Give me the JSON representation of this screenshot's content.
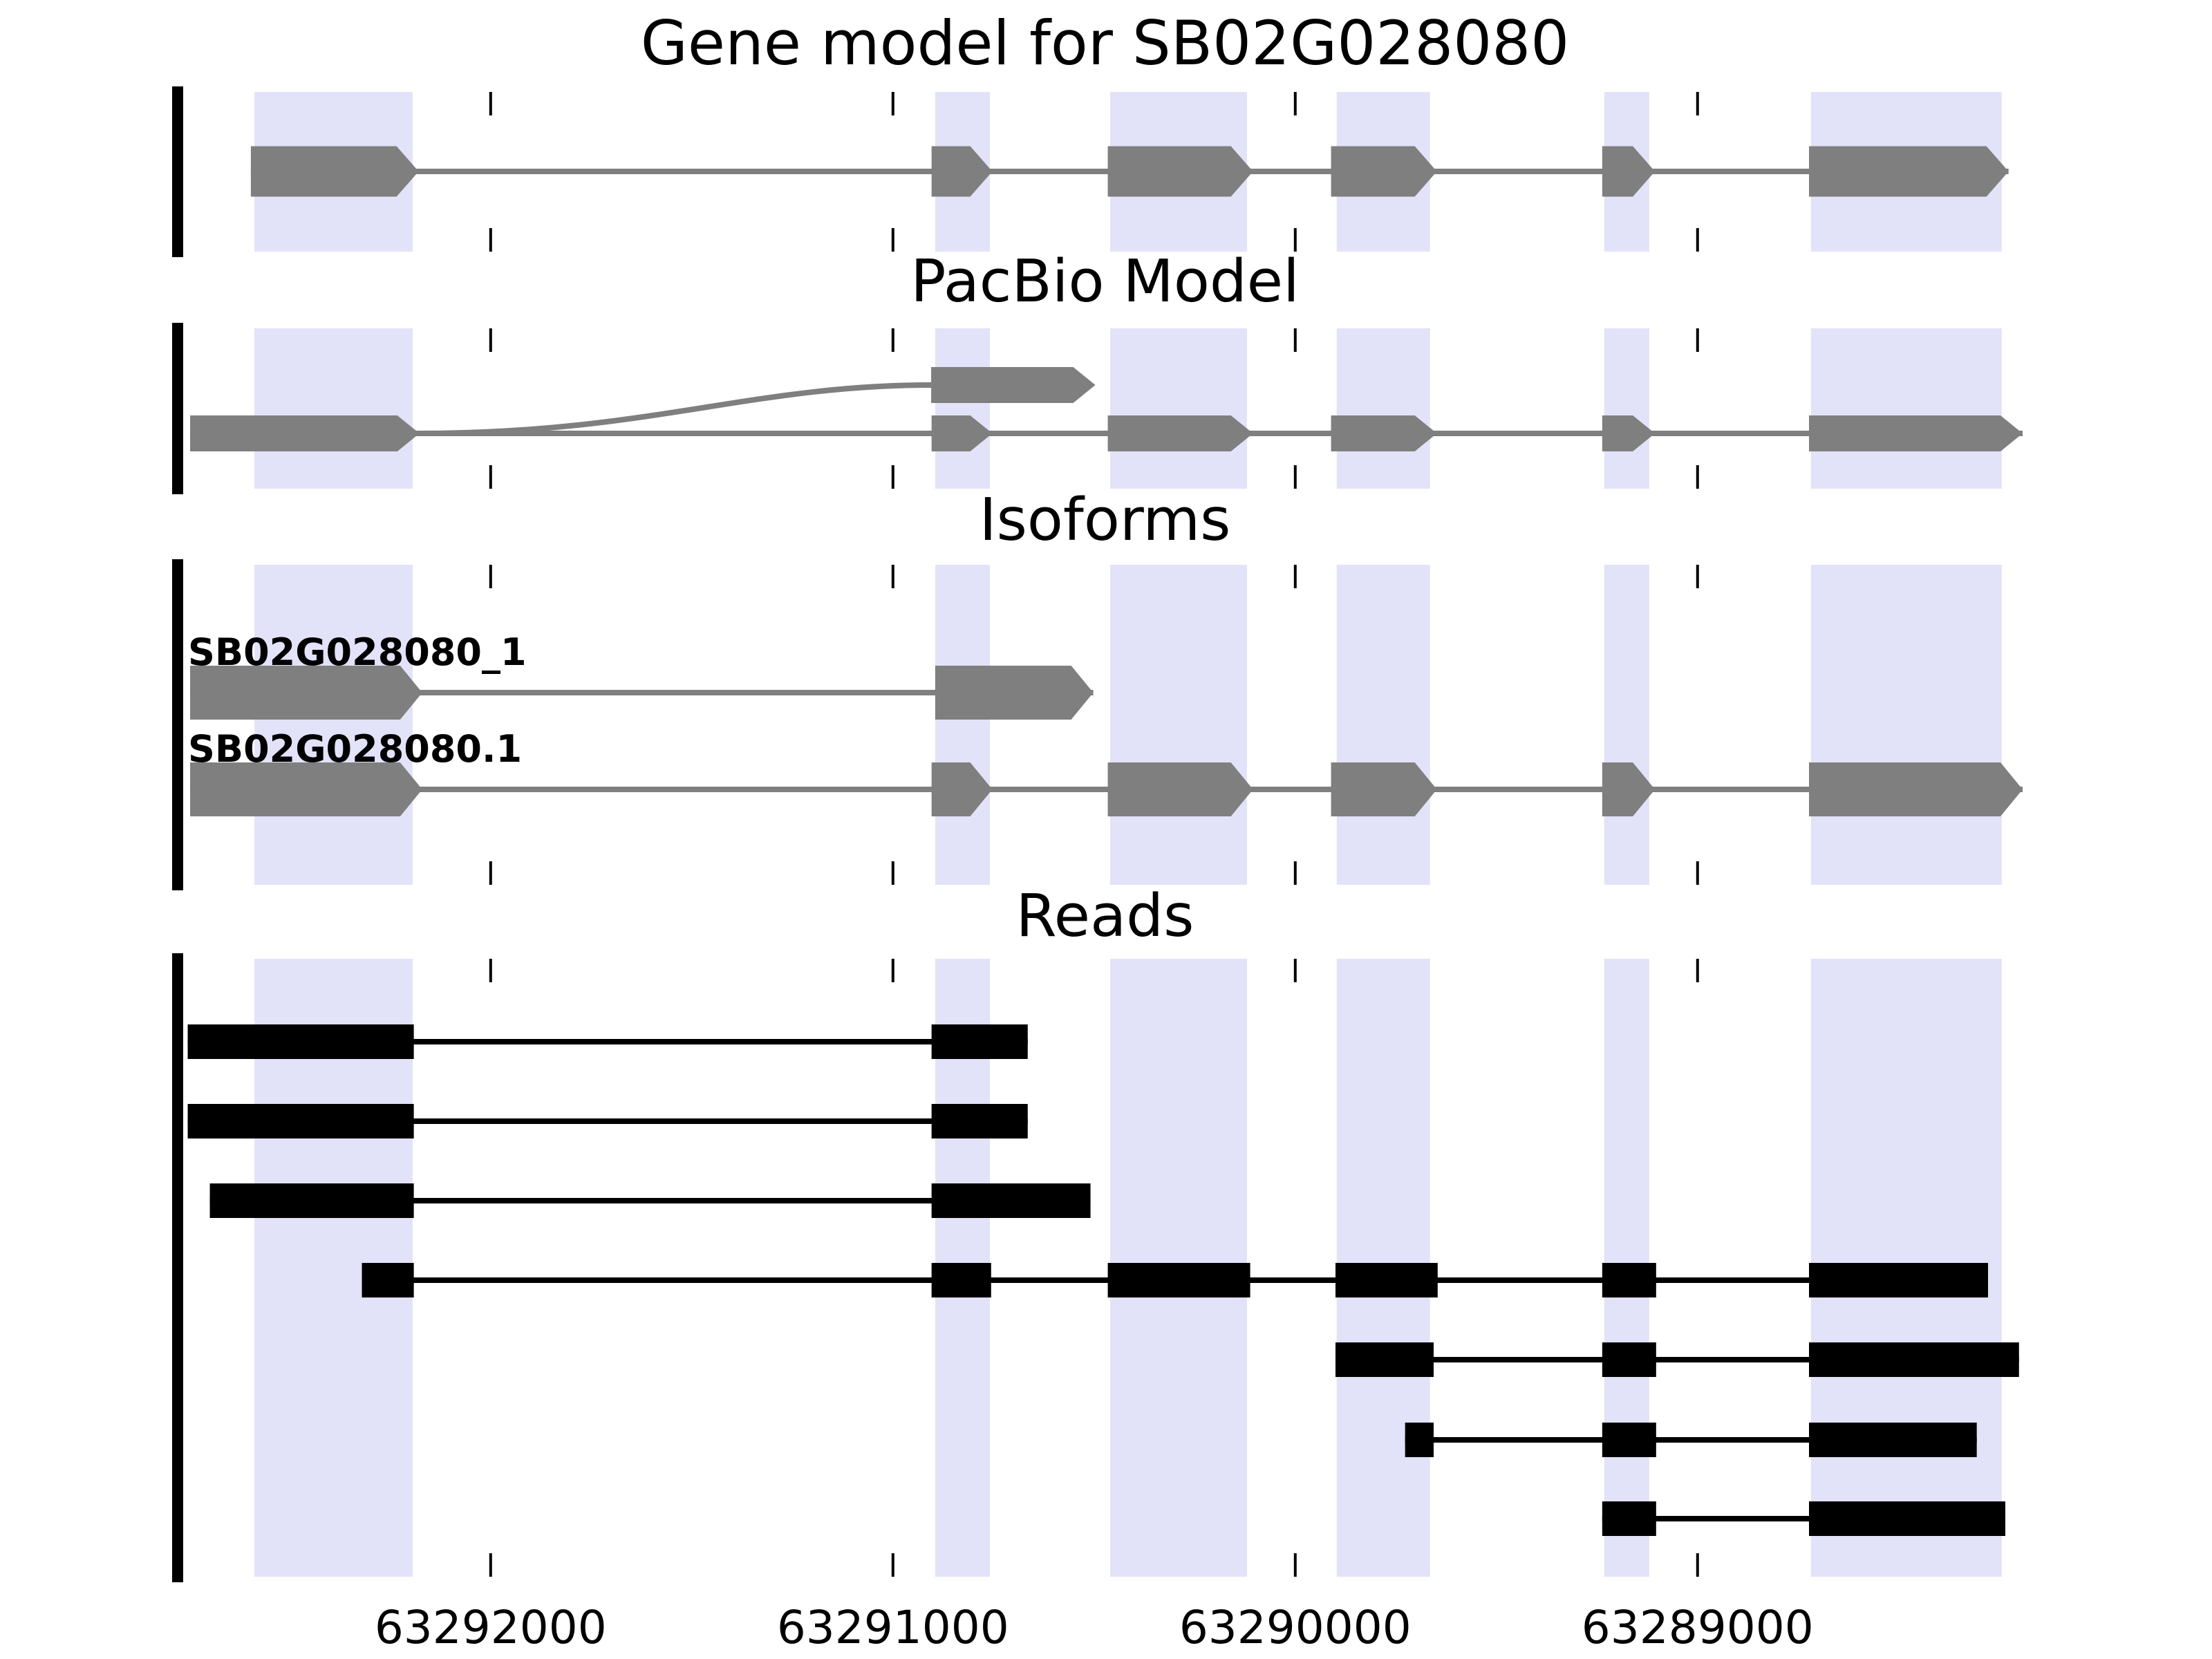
{
  "chart_data": {
    "type": "genome-browser-tracks",
    "title": "Gene model for SB02G028080",
    "gene_id": "SB02G028080",
    "axis": {
      "orientation": "reversed",
      "genome_start": 63292778,
      "genome_end": 63288168,
      "ticks": [
        63292000,
        63291000,
        63290000,
        63289000
      ],
      "tick_labels": [
        "63292000",
        "63291000",
        "63290000",
        "63289000"
      ]
    },
    "colors": {
      "model_fill": "#7f7f7f",
      "read_fill": "#000000",
      "highlight_band": "#e2e2f8",
      "frame": "#000000",
      "background": "#ffffff"
    },
    "highlights": [
      [
        63292587,
        63292194
      ],
      [
        63290895,
        63290759
      ],
      [
        63290460,
        63290120
      ],
      [
        63289897,
        63289665
      ],
      [
        63289232,
        63289120
      ],
      [
        63288718,
        63288244
      ]
    ],
    "panels": [
      {
        "id": "gene-model",
        "title": "Gene model for SB02G028080",
        "kind": "model",
        "rows": [
          {
            "name": "gene-model-row",
            "exons": [
              [
                63292596,
                63292179
              ],
              [
                63290904,
                63290753
              ],
              [
                63290466,
                63290105
              ],
              [
                63289911,
                63289648
              ],
              [
                63289237,
                63289106
              ],
              [
                63288723,
                63288227
              ]
            ]
          }
        ]
      },
      {
        "id": "pacbio",
        "title": "PacBio Model",
        "kind": "model",
        "splice_curve": {
          "from": 63292177,
          "to": 63290905
        },
        "rows": [
          {
            "name": "pacbio-alt-exon",
            "exons": [
              [
                63290905,
                63290497
              ]
            ]
          },
          {
            "name": "pacbio-main-model",
            "exons": [
              [
                63292747,
                63292177
              ],
              [
                63290904,
                63290753
              ],
              [
                63290466,
                63290105
              ],
              [
                63289911,
                63289648
              ],
              [
                63289237,
                63289106
              ],
              [
                63288723,
                63288192
              ]
            ]
          }
        ]
      },
      {
        "id": "isoforms",
        "title": "Isoforms",
        "kind": "model",
        "rows": [
          {
            "name": "isoform-1",
            "label": "SB02G028080_1",
            "exons": [
              [
                63292747,
                63292170
              ],
              [
                63290895,
                63290502
              ]
            ]
          },
          {
            "name": "isoform-2",
            "label": "SB02G028080.1",
            "exons": [
              [
                63292747,
                63292170
              ],
              [
                63290904,
                63290753
              ],
              [
                63290466,
                63290105
              ],
              [
                63289911,
                63289648
              ],
              [
                63289237,
                63289106
              ],
              [
                63288723,
                63288192
              ]
            ]
          }
        ]
      },
      {
        "id": "reads",
        "title": "Reads",
        "kind": "reads",
        "rows": [
          {
            "name": "read-1",
            "exons": [
              [
                63292753,
                63292191
              ],
              [
                63290904,
                63290665
              ]
            ]
          },
          {
            "name": "read-2",
            "exons": [
              [
                63292753,
                63292191
              ],
              [
                63290904,
                63290665
              ]
            ]
          },
          {
            "name": "read-3",
            "exons": [
              [
                63292698,
                63292191
              ],
              [
                63290904,
                63290509
              ]
            ]
          },
          {
            "name": "read-4",
            "exons": [
              [
                63292320,
                63292191
              ],
              [
                63290904,
                63290756
              ],
              [
                63290466,
                63290112
              ],
              [
                63289900,
                63289646
              ],
              [
                63289237,
                63289103
              ],
              [
                63288723,
                63288278
              ]
            ]
          },
          {
            "name": "read-5",
            "exons": [
              [
                63289900,
                63289656
              ],
              [
                63289237,
                63289103
              ],
              [
                63288723,
                63288201
              ]
            ]
          },
          {
            "name": "read-6",
            "exons": [
              [
                63289727,
                63289656
              ],
              [
                63289237,
                63289103
              ],
              [
                63288723,
                63288306
              ]
            ]
          },
          {
            "name": "read-7",
            "exons": [
              [
                63289237,
                63289103
              ],
              [
                63288723,
                63288235
              ]
            ]
          }
        ]
      }
    ]
  }
}
